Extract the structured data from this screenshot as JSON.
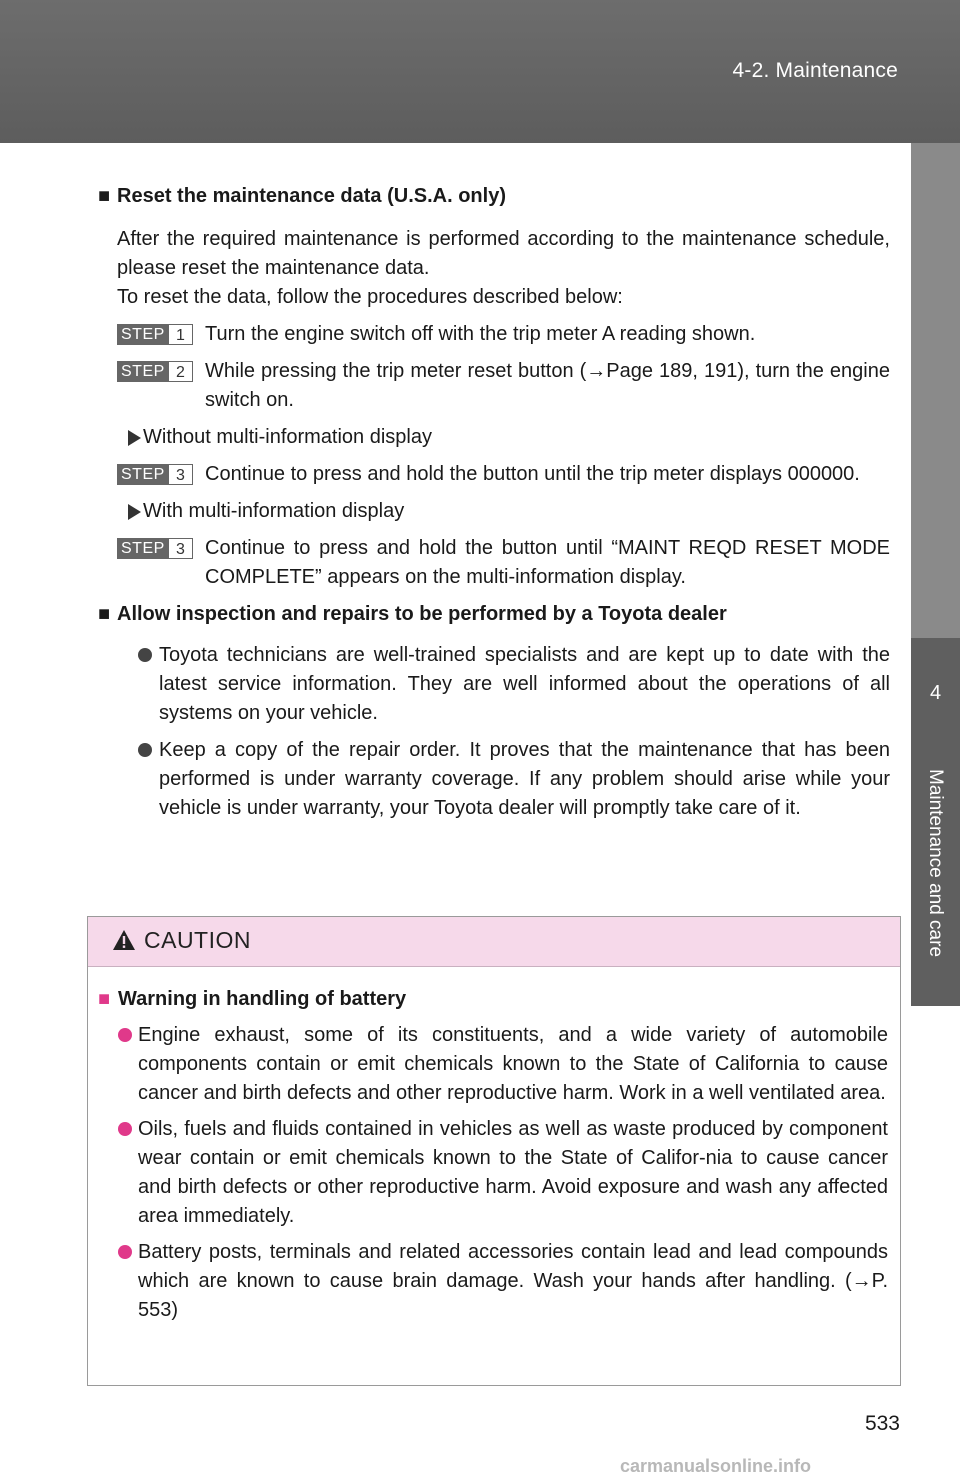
{
  "header": {
    "section": "4-2. Maintenance"
  },
  "side_tab": {
    "number": "4",
    "label": "Maintenance and care"
  },
  "content": {
    "reset_heading_marker": "■",
    "reset_heading": "Reset the maintenance data (U.S.A. only)",
    "reset_para_1": "After the required maintenance is performed according to the maintenance schedule, please reset the maintenance data.",
    "reset_para_2": "To reset the data, follow the procedures described below:",
    "step_word": "STEP",
    "steps": [
      {
        "num": "1",
        "text": "Turn the engine switch off with the trip meter A reading shown."
      },
      {
        "num": "2",
        "text": "While pressing the trip meter reset button (→Page 189, 191), turn the engine switch on."
      }
    ],
    "variant_1_label": "Without multi-information display",
    "variant_1_step": {
      "num": "3",
      "text": "Continue to press and hold the button until the trip meter displays 000000."
    },
    "variant_2_label": "With multi-information display",
    "variant_2_step": {
      "num": "3",
      "text": "Continue to press and hold the button until “MAINT REQD RESET MODE COMPLETE” appears on the multi-information display."
    },
    "inspection_heading_marker": "■",
    "inspection_heading": "Allow inspection and repairs to be performed by a Toyota dealer",
    "inspection_bullets": [
      "Toyota technicians are well-trained specialists and are kept up to date with the latest service information. They are well informed about the operations of all systems on your vehicle.",
      "Keep a copy of the repair order. It proves that the maintenance that has been performed is under warranty coverage. If any problem should arise while your vehicle is under warranty, your Toyota dealer will promptly take care of it."
    ]
  },
  "caution": {
    "title": "CAUTION",
    "icon": "warning-triangle-icon",
    "heading_marker": "■",
    "heading": "Warning in handling of battery",
    "bullets": [
      "Engine exhaust, some of its constituents, and a wide variety of automobile components contain or emit chemicals known to the State of California to cause cancer and birth defects and other reproductive harm. Work in a well ventilated area.",
      "Oils, fuels and fluids contained in vehicles as well as waste produced by component wear contain or emit chemicals known to the State of Califor-nia to cause cancer and birth defects or other reproductive harm. Avoid exposure and wash any affected area immediately.",
      "Battery posts, terminals and related accessories contain lead and lead compounds which are known to cause brain damage. Wash your hands after handling. (→P. 553)"
    ],
    "accent_color": "#e0398a",
    "header_bg": "#f6d9ea"
  },
  "page_number": "533",
  "watermark": "carmanualsonline.info"
}
